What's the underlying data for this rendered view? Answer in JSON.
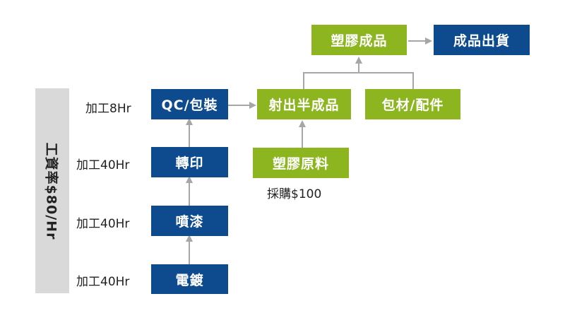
{
  "side_bar": {
    "label": "工資率$80/Hr"
  },
  "labels": {
    "qc": "加工8Hr",
    "print": "加工40Hr",
    "paint": "加工40Hr",
    "plate": "加工40Hr",
    "purchase": "採購$100"
  },
  "boxes": {
    "qc_pack": "QC/包裝",
    "print": "轉印",
    "paint": "噴漆",
    "plate": "電鍍",
    "semi": "射出半成品",
    "packaging": "包材/配件",
    "raw": "塑膠原料",
    "finished": "塑膠成品",
    "ship": "成品出貨"
  },
  "colors": {
    "blue": "#0d4a8e",
    "green": "#8cb520",
    "arrow": "#a6a6a6",
    "sidebar": "#d9d9d9"
  }
}
